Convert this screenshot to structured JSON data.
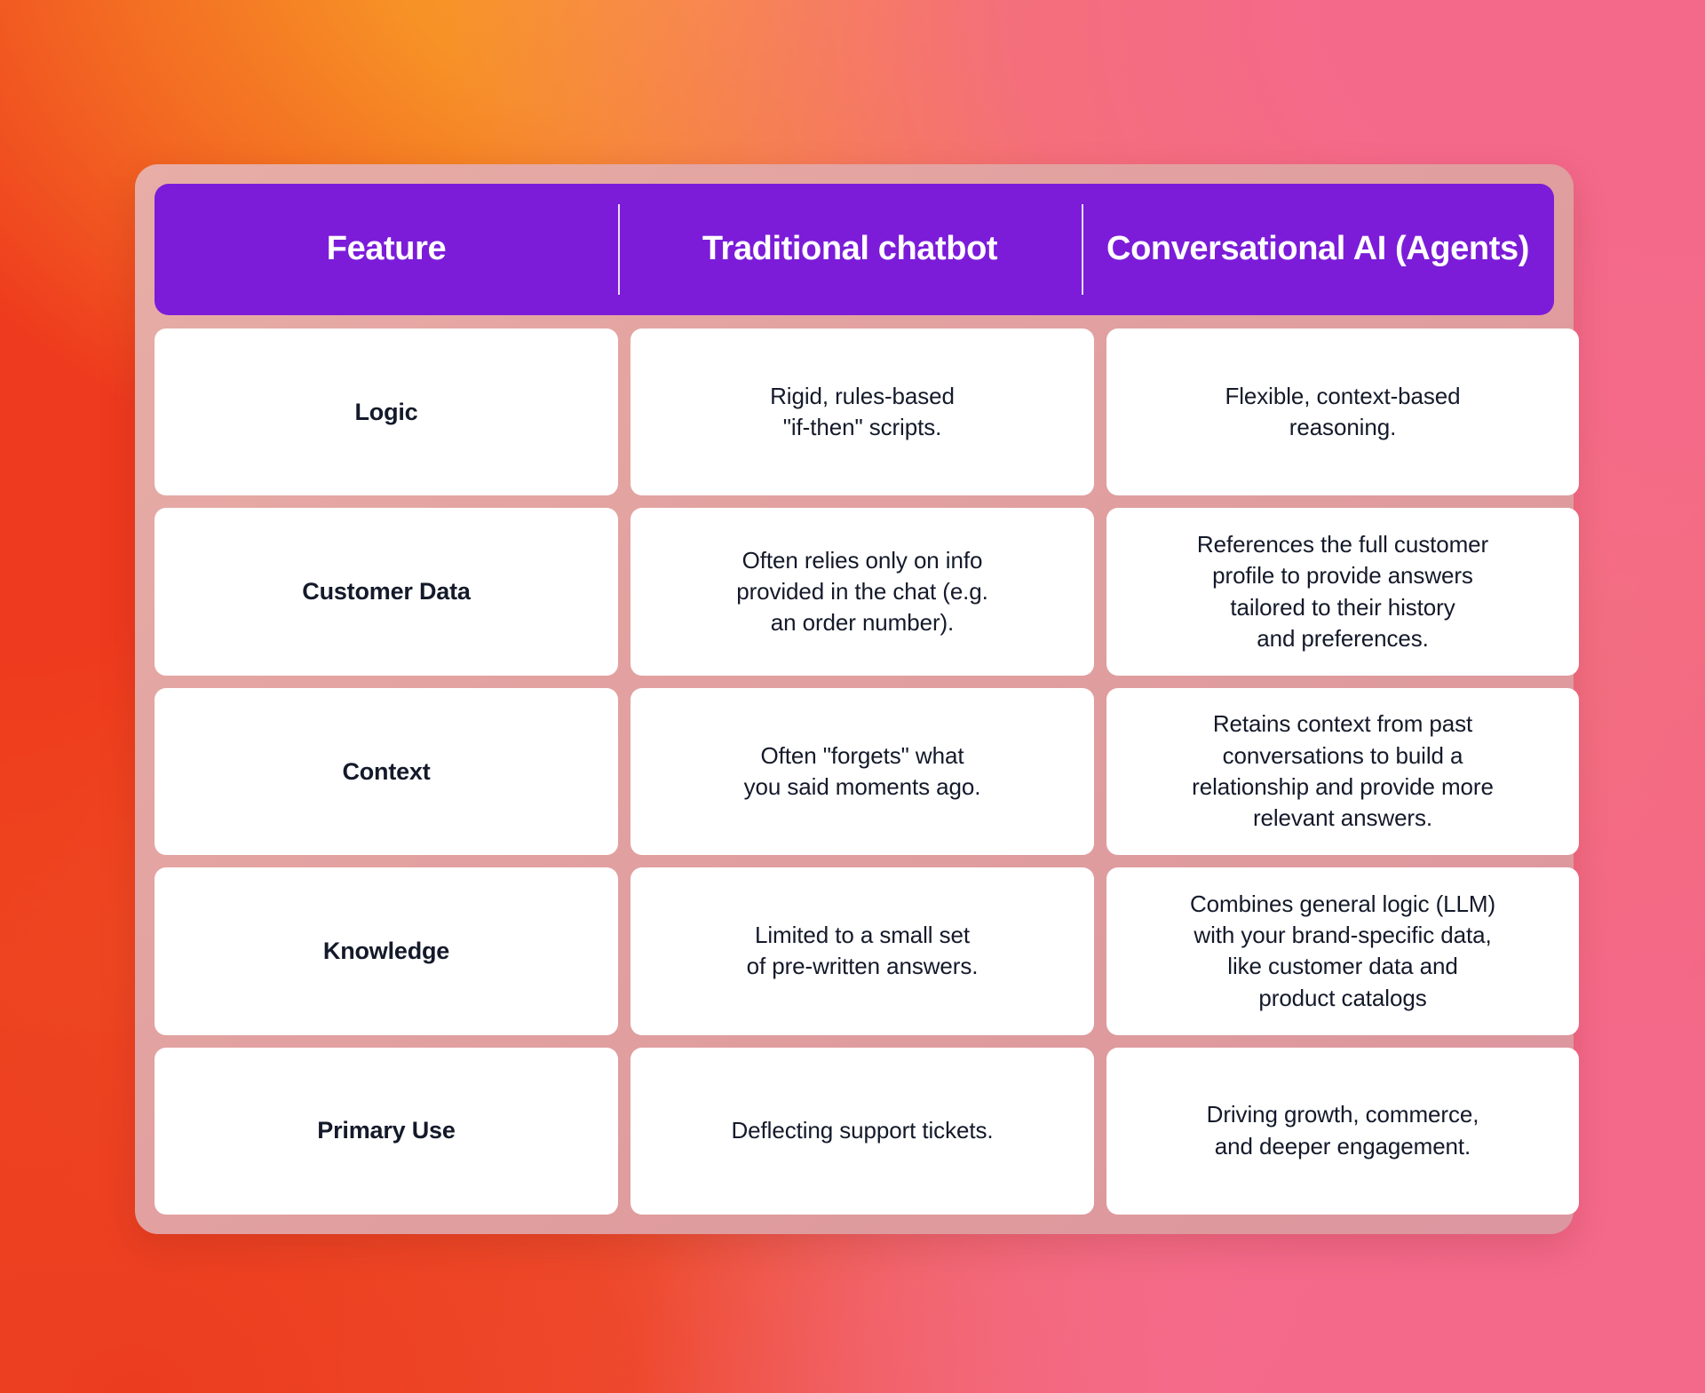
{
  "background": {
    "colors": {
      "red_orange": "#EE3A1E",
      "orange": "#F79226",
      "pink": "#F2607C"
    }
  },
  "panel": {
    "background_color": "#E0A0A0",
    "header_color": "#7C1CD9",
    "cell_color": "#FFFFFF",
    "text_color": "#141A2A"
  },
  "table": {
    "headers": [
      "Feature",
      "Traditional chatbot",
      "Conversational AI\n(Agents)"
    ],
    "rows": [
      {
        "feature": "Logic",
        "traditional": "Rigid, rules-based\n\"if-then\" scripts.",
        "conversational": "Flexible, context-based\nreasoning."
      },
      {
        "feature": "Customer Data",
        "traditional": "Often relies only on info\nprovided in the chat (e.g.\nan order number).",
        "conversational": "References the full customer\nprofile to provide answers\ntailored to their history\nand preferences."
      },
      {
        "feature": "Context",
        "traditional": "Often \"forgets\" what\nyou said moments ago.",
        "conversational": "Retains context from past\nconversations to build a\nrelationship and provide more\nrelevant answers."
      },
      {
        "feature": "Knowledge",
        "traditional": "Limited to a small set\nof pre-written answers.",
        "conversational": "Combines general logic (LLM)\nwith your brand-specific data,\nlike customer data and\nproduct catalogs"
      },
      {
        "feature": "Primary Use",
        "traditional": "Deflecting support tickets.",
        "conversational": "Driving growth, commerce,\nand deeper engagement."
      }
    ]
  }
}
